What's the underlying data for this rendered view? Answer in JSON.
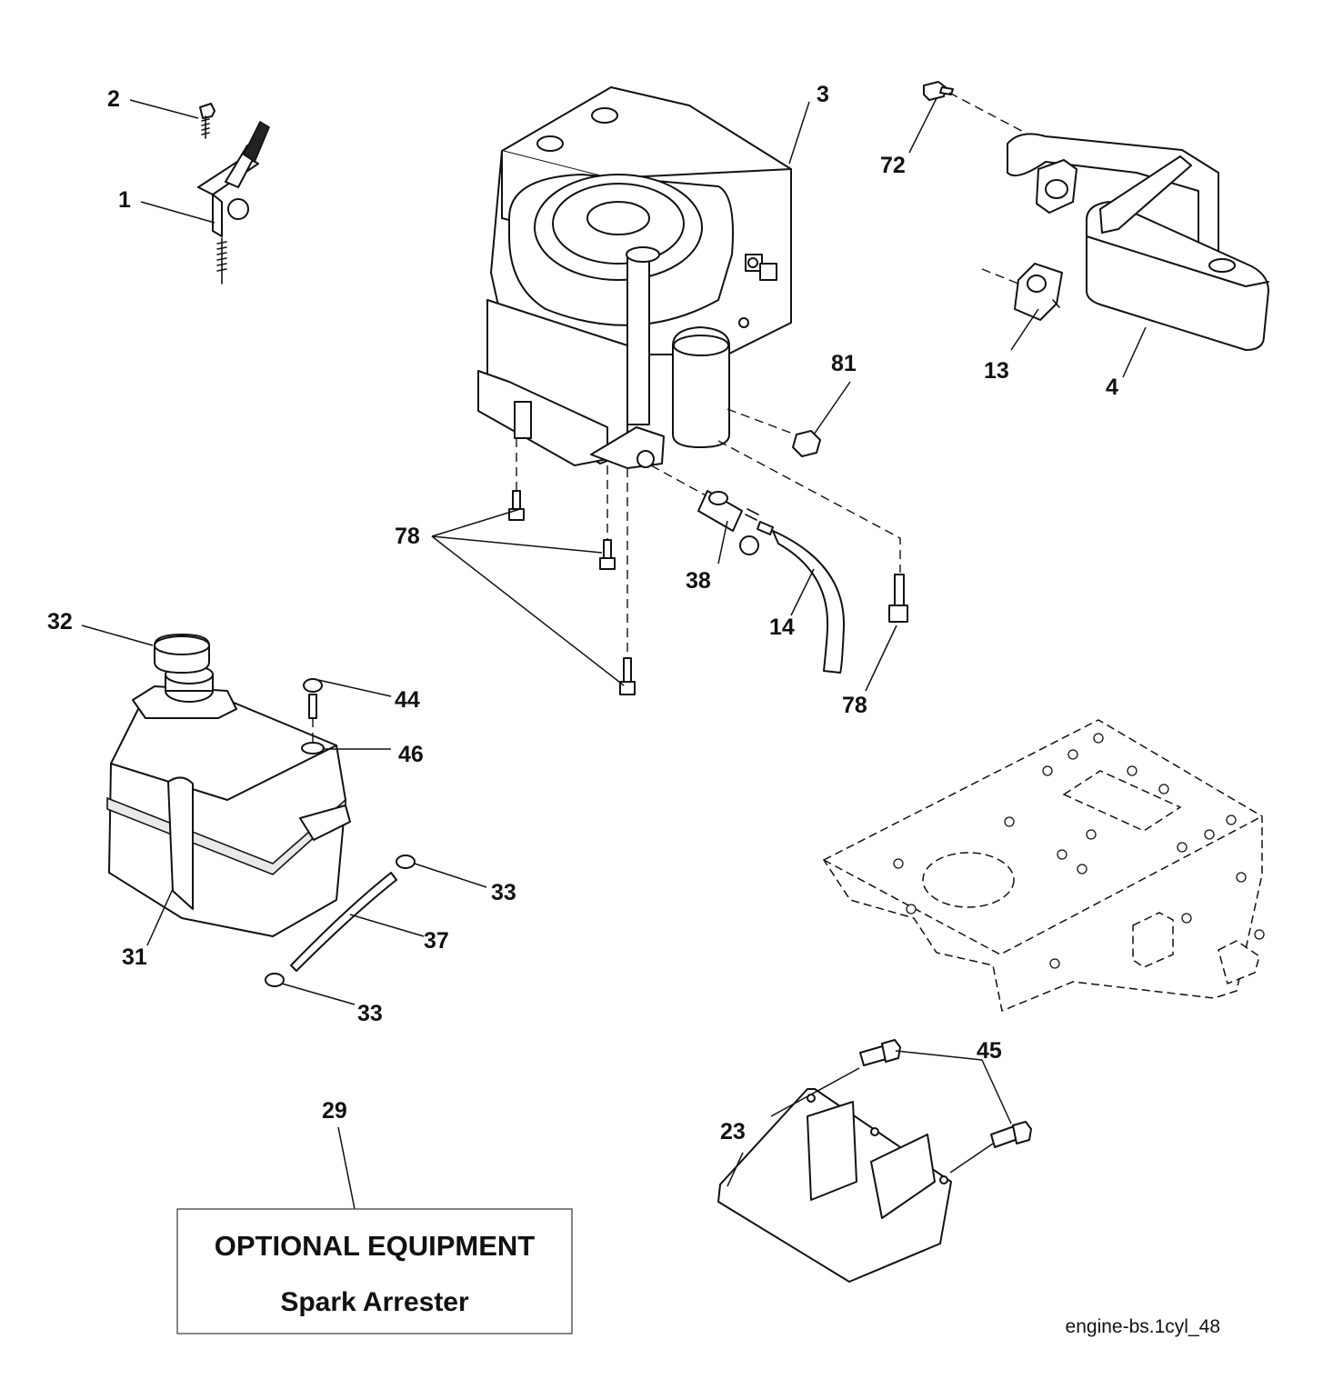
{
  "callouts": {
    "p1": "1",
    "p2": "2",
    "p3": "3",
    "p4": "4",
    "p13": "13",
    "p14": "14",
    "p23": "23",
    "p29": "29",
    "p31": "31",
    "p32": "32",
    "p33a": "33",
    "p33b": "33",
    "p37": "37",
    "p38": "38",
    "p44": "44",
    "p45": "45",
    "p46": "46",
    "p72": "72",
    "p78a": "78",
    "p78b": "78",
    "p81": "81"
  },
  "optional_box": {
    "title": "OPTIONAL EQUIPMENT",
    "subtitle": "Spark Arrester"
  },
  "figure_reference": "engine-bs.1cyl_48"
}
